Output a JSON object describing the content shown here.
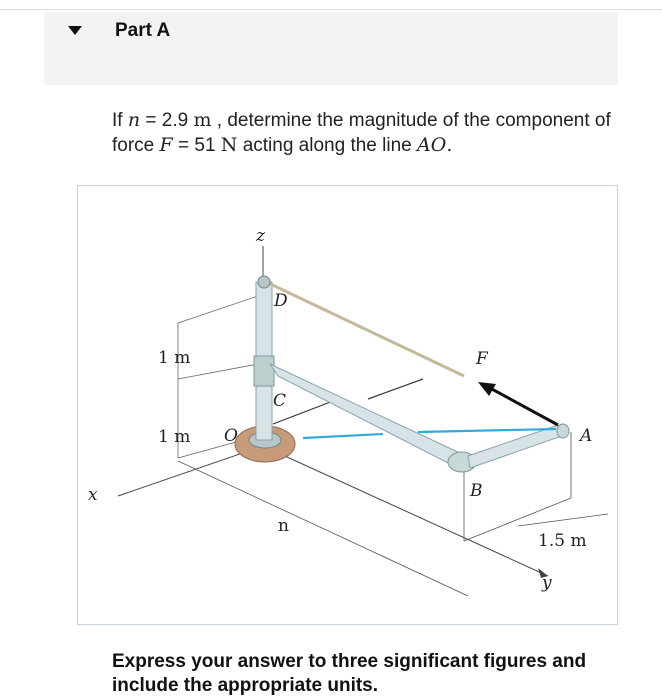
{
  "part": {
    "title": "Part A"
  },
  "question": {
    "intro": "If ",
    "n_symbol": "n",
    "n_eq": " = 2.9 ",
    "n_unit": "m",
    "mid": " , determine the magnitude of the component of force ",
    "F_symbol": "F",
    "F_eq": " = 51 ",
    "F_unit": "N",
    "tail": " acting along the line ",
    "line_name": "AO",
    "end": "."
  },
  "figure": {
    "labels": {
      "z": "z",
      "x": "x",
      "y": "y",
      "D": "D",
      "C": "C",
      "O": "O",
      "A": "A",
      "B": "B",
      "F": "F",
      "n": "n",
      "dim_1m_top": "1 m",
      "dim_1m_bottom": "1 m",
      "dim_1_5m": "1.5 m"
    },
    "colors": {
      "pipe": "#d7e3e6",
      "pipe_edge": "#8aa3a8",
      "rope": "#c4b99a",
      "force_arrow": "#111111",
      "blue_line": "#33aadd",
      "base": "#c79a7a"
    }
  },
  "instructions": {
    "text": "Express your answer to three significant figures and include the appropriate units."
  }
}
